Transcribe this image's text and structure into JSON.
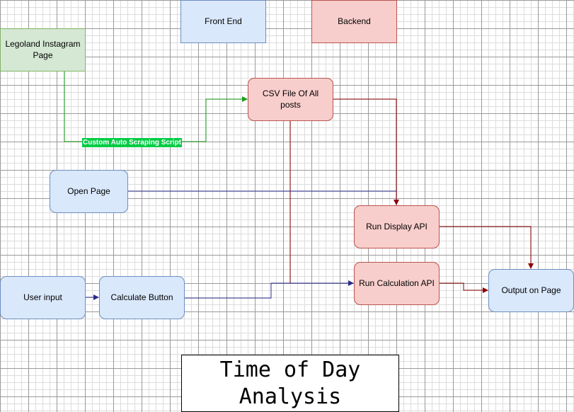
{
  "legend": {
    "front_end": "Front End",
    "backend": "Backend"
  },
  "nodes": {
    "instagram_page": "Legoland Instagram Page",
    "csv_file": "CSV File Of All posts",
    "open_page": "Open Page",
    "run_display_api": "Run Display API",
    "run_calculation_api": "Run Calculation API",
    "user_input": "User input",
    "calculate_button": "Calculate Button",
    "output_on_page": "Output on Page"
  },
  "edges": {
    "scraping_label": "Custom Auto Scraping Script"
  },
  "title": "Time of Day Analysis",
  "colors": {
    "frontend_fill": "#dae8fc",
    "frontend_stroke": "#6c8ebf",
    "backend_fill": "#f8cecc",
    "backend_stroke": "#b85450",
    "source_fill": "#d5e8d4",
    "source_stroke": "#82b366",
    "edge_green": "#1a9e1a",
    "edge_darkred": "#8b0000",
    "edge_navy": "#2b2b8c",
    "label_bg": "#00cc44"
  }
}
